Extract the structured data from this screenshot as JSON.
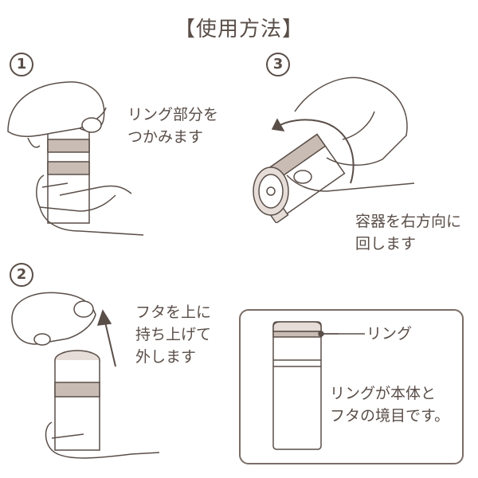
{
  "title": "【使用方法】",
  "steps": [
    {
      "number": "1",
      "text": [
        "リング部分を",
        "つかみます"
      ]
    },
    {
      "number": "2",
      "text": [
        "フタを上に",
        "持ち上げて",
        "外します"
      ]
    },
    {
      "number": "3",
      "text": [
        "容器を右方向に",
        "回します"
      ]
    }
  ],
  "diagram": {
    "ring_label": "リング",
    "caption": [
      "リングが本体と",
      "フタの境目です。"
    ]
  },
  "colors": {
    "line": "#5a4e48",
    "ring": "#c9bcb4",
    "lid": "#e6ddd8"
  }
}
